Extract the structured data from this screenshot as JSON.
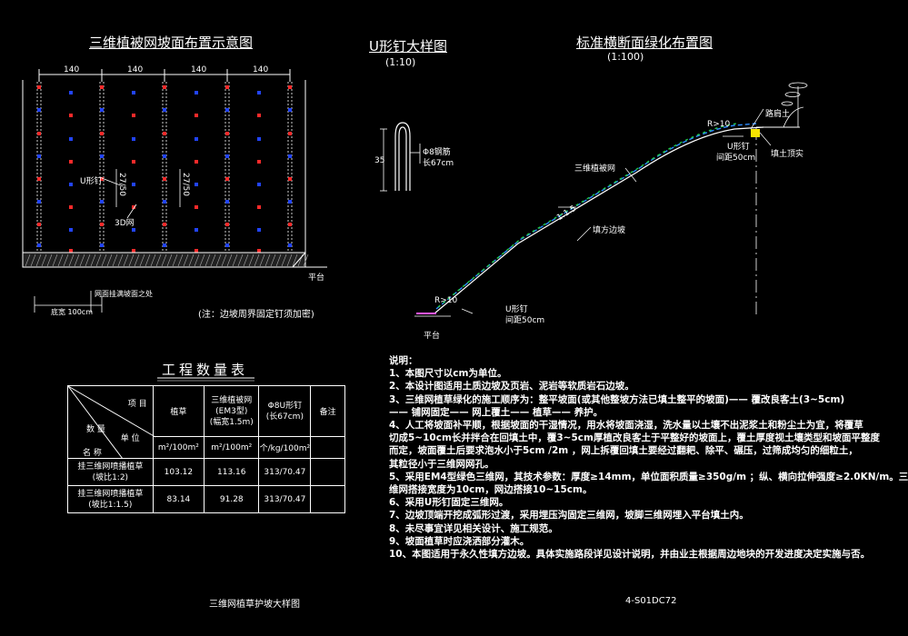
{
  "layout_title": "三维植被网坡面布置示意图",
  "ushape_title": "U形钉大样图",
  "ushape_scale": "(1:10)",
  "section_title": "标准横断面绿化布置图",
  "section_scale": "(1:100)",
  "dims": [
    "140",
    "140",
    "140",
    "140"
  ],
  "layout_labels": {
    "upin": "U形钉",
    "spacing1": "27/50",
    "spacing2": "27/50",
    "net": "3D网",
    "bottom_dim": "底宽 100cm",
    "bottom_dim2": "网面挂满坡面之处",
    "note": "(注：边坡周界固定钉须加密)",
    "platform": "平台"
  },
  "ushape_labels": {
    "wire": "Φ8钢筋",
    "length": "长67cm",
    "dim": "35"
  },
  "section_labels": {
    "net": "三维植被网",
    "slope_ratio": "1:1.5",
    "fill_slope": "填方边坡",
    "upin_top": "U形钉",
    "upin_top2": "间距50cm",
    "r_top": "R>10",
    "top_soil": "填土顶实",
    "shoulder": "路肩土",
    "r_bottom": "R>10",
    "upin_bottom": "U形钉",
    "upin_bottom2": "间距50cm",
    "platform": "平台"
  },
  "table": {
    "title": "工程数量表",
    "diag_top": "项 目",
    "diag_mid": "单 位",
    "diag_left": "数 量",
    "diag_bottom": "名 称",
    "headers": [
      "植草",
      "三维植被网",
      "Φ8U形钉",
      "备注"
    ],
    "headers_sub": [
      "",
      "(EM3型)",
      "(长67cm)",
      ""
    ],
    "headers_sub2": [
      "",
      "(幅宽1.5m)",
      "",
      ""
    ],
    "units": [
      "m²/100m²",
      "m²/100m²",
      "个/kg/100m²",
      ""
    ],
    "rows": [
      {
        "name": "挂三维网喷播植草",
        "name2": "(坡比1:2)",
        "values": [
          "103.12",
          "113.16",
          "313/70.47",
          ""
        ]
      },
      {
        "name": "挂三维网喷播植草",
        "name2": "(坡比1:1.5)",
        "values": [
          "83.14",
          "91.28",
          "313/70.47",
          ""
        ]
      }
    ]
  },
  "notes_title": "说明：",
  "notes": [
    "1、本图尺寸以cm为单位。",
    "2、本设计图适用土质边坡及页岩、泥岩等软质岩石边坡。",
    "3、三维网植草绿化的施工顺序为：整平坡面(或其他整坡方法已填土整平的坡面)——  覆改良客土(3~5cm)",
    "    ——  铺网固定——  网上覆土——  植草——  养护。",
    "4、人工将坡面补平顺，根据坡面的干湿情况，用水将坡面浇湿，洗水量以土壤不出泥浆土和粉尘土为宜，将覆草",
    "    切成5~10cm长并拌合在回填土中，覆3~5cm厚植改良客土于平整好的坡面上，覆土厚度视土壤类型和坡面平整度",
    "    而定，坡面覆土后要求泡水小于5cm /2m ，网上拆覆回填土要经过翻耙、除平、碾压，过筛成均匀的细粒土，",
    "    其粒径小于三维网网孔。",
    "5、采用EM4型绿色三维网，其技术参数：厚度≥14mm，单位面积质量≥350g/m ；纵、横向拉伸强度≥2.0KN/m。三",
    "    维网搭接宽度为10cm，网边搭接10~15cm。",
    "6、采用U形钉固定三维网。",
    "7、边坡顶端开挖成弧形过渡，采用埋压沟固定三维网，坡脚三维网埋入平台填土内。",
    "8、未尽事宜详见相关设计、施工规范。",
    "9、坡面植草时应浇洒部分灌木。",
    "10、本图适用于永久性填方边坡。具体实施路段详见设计说明，并由业主根据周边地块的开发进度决定实施与否。"
  ],
  "footer_title": "三维网植草护坡大样图",
  "footer_code": "4-S01DC72"
}
